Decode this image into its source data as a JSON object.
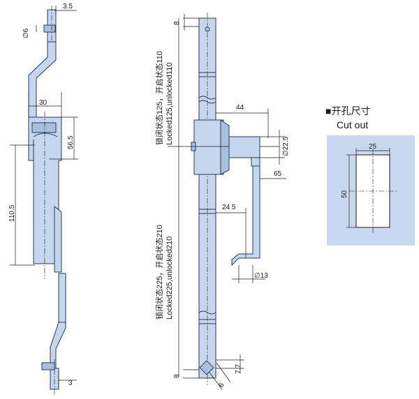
{
  "colors": {
    "part_fill": "#c6d6ee",
    "part_dark": "#a9bfe0",
    "panel_fill": "#c9d8ee",
    "outline": "#2b3a55",
    "line": "#1a1a1a"
  },
  "left_view": {
    "dims": {
      "d35": "3.5",
      "d6": "6",
      "d30": "30",
      "d565": "56.5",
      "d1105": "110.5",
      "d3": "3"
    },
    "dia_symbol": "∅"
  },
  "middle_view": {
    "dims": {
      "d8_top": "8",
      "d44": "44",
      "d225": "22.5",
      "d65": "65",
      "d245": "24 5",
      "d13": "13",
      "d77": "7.7",
      "d8_bot": "8",
      "d6": "6"
    },
    "text_top_cn": "锁闭状态125，开启状态110",
    "text_top_en": "Locked125,unlocked110",
    "text_bot_cn": "锁闭状态225，开启状态210",
    "text_bot_en": "Locked225,unlocked210"
  },
  "cutout": {
    "title_cn": "■开孔尺寸",
    "title_en": "Cut out",
    "dim_w": "25",
    "dim_h": "50"
  }
}
